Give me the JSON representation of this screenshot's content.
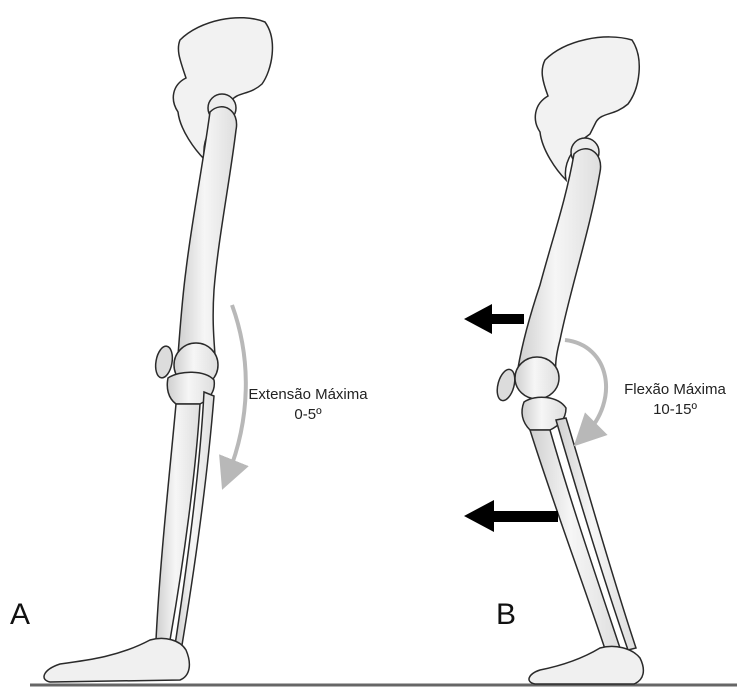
{
  "panels": [
    {
      "letter": "A",
      "caption_line1": "Extensão Máxima",
      "caption_line2": "0-5º"
    },
    {
      "letter": "B",
      "caption_line1": "Flexão Máxima",
      "caption_line2": "10-15º"
    }
  ],
  "colors": {
    "bone_fill": "#f4f4f4",
    "bone_shade": "#c8c8c8",
    "outline": "#2a2a2a",
    "motion_arrow": "#b8b8b8",
    "force_arrow": "#000000",
    "ground": "#666666"
  }
}
